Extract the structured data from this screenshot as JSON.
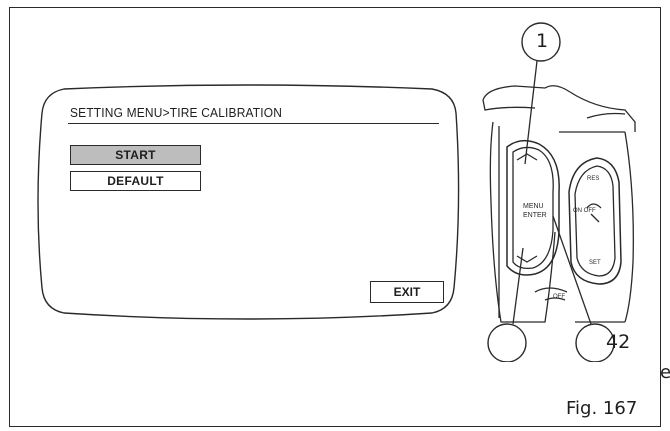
{
  "screen": {
    "breadcrumb": "SETTING MENU>TIRE CALIBRATION",
    "buttons": [
      {
        "label": "START",
        "selected": true
      },
      {
        "label": "DEFAULT",
        "selected": false
      }
    ],
    "exit_label": "EXIT"
  },
  "controls": {
    "menu_label": "MENU",
    "enter_label": "ENTER",
    "on_off_label": "ON OFF",
    "res_label": "RES",
    "set_label": "SET",
    "off_label": "OFF"
  },
  "callouts": {
    "one": "1",
    "two": "42"
  },
  "figure_caption": "Fig. 167",
  "edge_glyph": "e"
}
